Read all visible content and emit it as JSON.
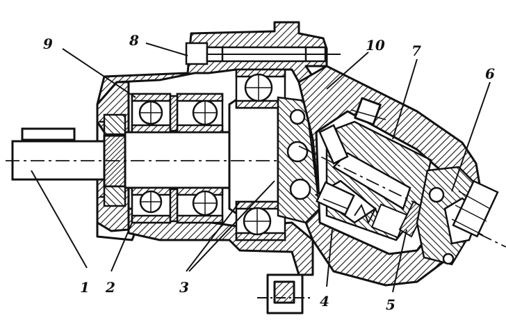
{
  "diagram": {
    "callouts": [
      {
        "id": "1",
        "label": "1"
      },
      {
        "id": "2",
        "label": "2"
      },
      {
        "id": "3",
        "label": "3"
      },
      {
        "id": "4",
        "label": "4"
      },
      {
        "id": "5",
        "label": "5"
      },
      {
        "id": "6",
        "label": "6"
      },
      {
        "id": "7",
        "label": "7"
      },
      {
        "id": "8",
        "label": "8"
      },
      {
        "id": "9",
        "label": "9"
      },
      {
        "id": "10",
        "label": "10"
      }
    ]
  },
  "colors": {
    "ink": "#111111",
    "paper": "#ffffff"
  }
}
